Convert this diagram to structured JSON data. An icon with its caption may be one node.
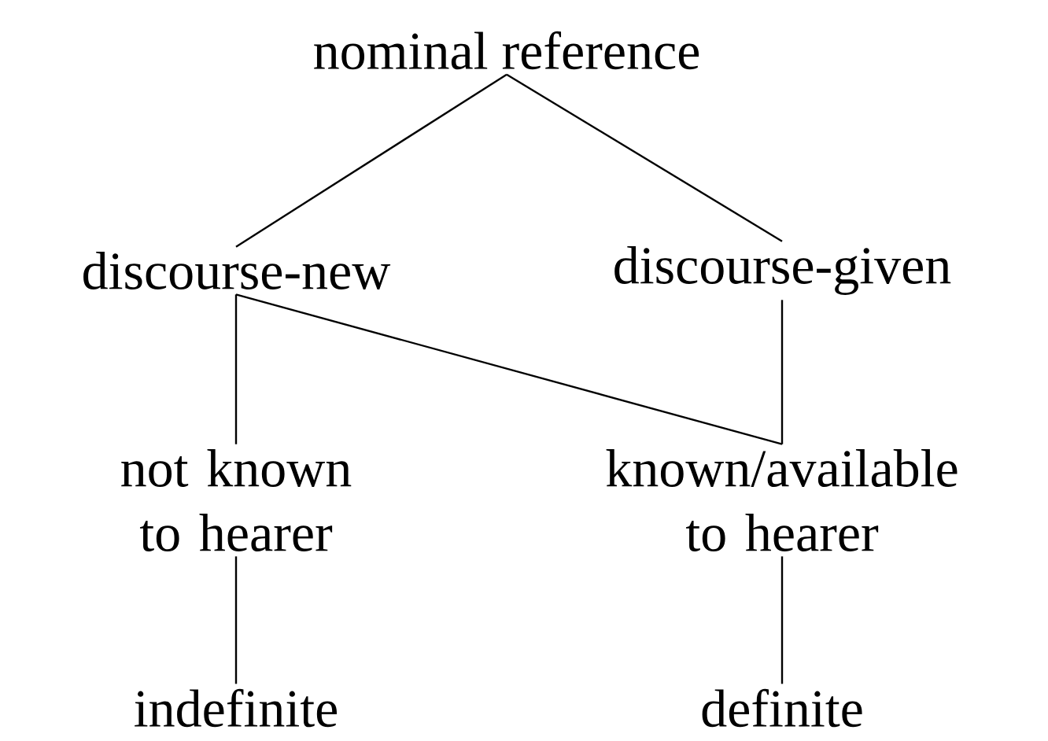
{
  "diagram": {
    "nodes": [
      {
        "text": [
          "nominal reference"
        ]
      },
      {
        "text": [
          "discourse-new"
        ]
      },
      {
        "text": [
          "discourse-given"
        ]
      },
      {
        "text": [
          "not known to hearer"
        ]
      },
      {
        "text": [
          "known/available to hearer"
        ]
      },
      {
        "text": [
          "indefinite"
        ]
      },
      {
        "text": [
          "definite"
        ]
      }
    ],
    "edges": [
      {
        "from": 0,
        "to": 1,
        "arrow": "none"
      },
      {
        "from": 0,
        "to": 2,
        "arrow": "none"
      },
      {
        "from": 1,
        "to": 3,
        "arrow": "none"
      },
      {
        "from": 1,
        "to": 4,
        "arrow": "none"
      },
      {
        "from": 2,
        "to": 4,
        "arrow": "none"
      },
      {
        "from": 3,
        "to": 5,
        "arrow": "none"
      },
      {
        "from": 4,
        "to": 6,
        "arrow": "none"
      }
    ]
  }
}
